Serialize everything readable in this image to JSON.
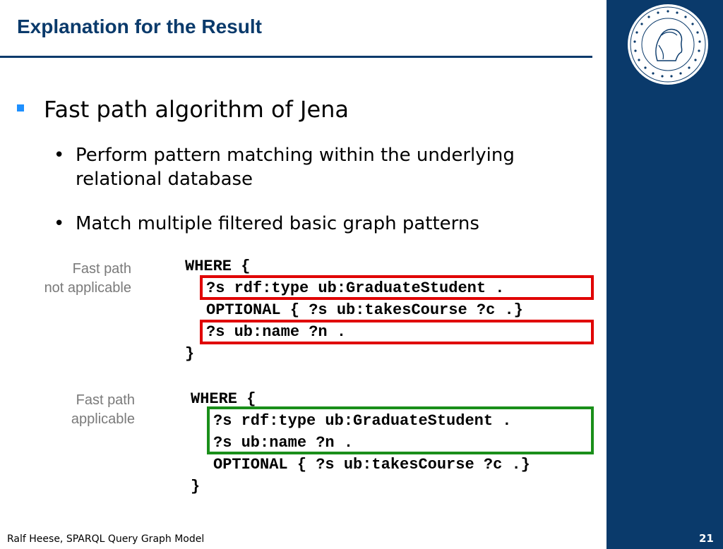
{
  "slide": {
    "title": "Explanation for the Result",
    "main_bullet": "Fast path algorithm of Jena",
    "sub_bullets": [
      {
        "marker": "•",
        "lines": [
          "Perform pattern matching within the underlying",
          "relational database"
        ]
      },
      {
        "marker": "•",
        "lines": [
          "Match multiple filtered basic graph patterns"
        ]
      }
    ]
  },
  "examples": [
    {
      "label": [
        "Fast path",
        "not applicable"
      ],
      "lines": [
        "WHERE {",
        "?s rdf:type ub:GraduateStudent .",
        "OPTIONAL { ?s ub:takesCourse ?c .}",
        "?s ub:name ?n .",
        "}"
      ]
    },
    {
      "label": [
        "Fast path",
        "applicable"
      ],
      "lines": [
        "WHERE {",
        "?s rdf:type ub:GraduateStudent .",
        "?s ub:name ?n .",
        "OPTIONAL { ?s ub:takesCourse ?c .}",
        "}"
      ]
    }
  ],
  "footer": {
    "author": "Ralf Heese, SPARQL Query Graph Model",
    "page": "21"
  },
  "colors": {
    "brand": "#0a3a6b",
    "bullet": "#1e90ff",
    "highlight_red": "#e00000",
    "highlight_green": "#1a8f1a",
    "label_gray": "#7a7a7a"
  },
  "icons": {
    "logo": "university-seal-icon"
  }
}
